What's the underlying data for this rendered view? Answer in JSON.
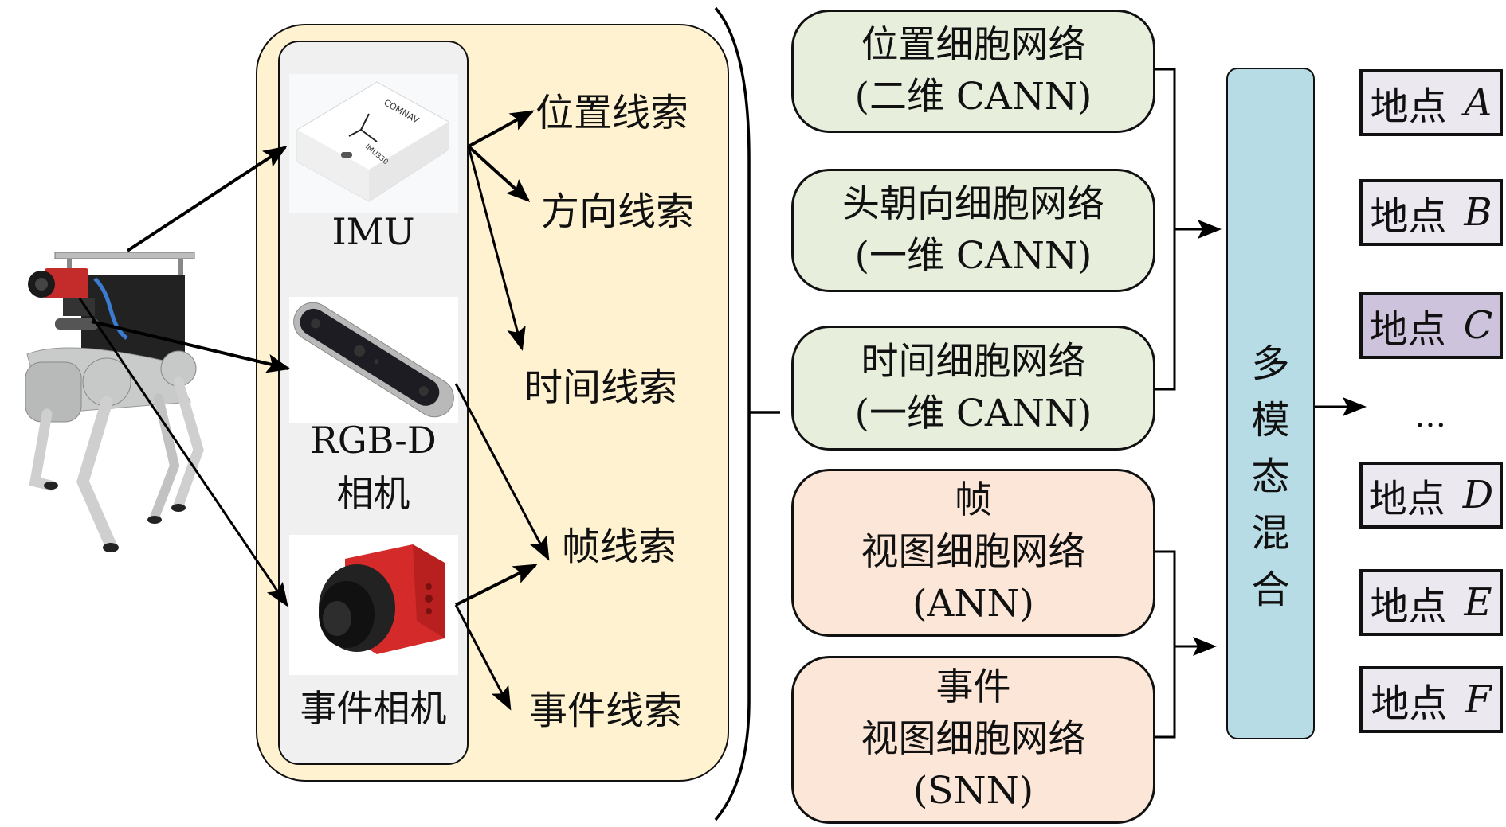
{
  "robot": {
    "name": "quadruped-robot"
  },
  "sensors": [
    {
      "id": "imu",
      "label": "IMU",
      "brand_text": "COMNAV",
      "model_text": "IMU330"
    },
    {
      "id": "rgbd",
      "label_line1": "RGB-D",
      "label_line2": "相机"
    },
    {
      "id": "event",
      "label": "事件相机"
    }
  ],
  "cues": [
    {
      "id": "position",
      "label": "位置线索"
    },
    {
      "id": "direction",
      "label": "方向线索"
    },
    {
      "id": "time",
      "label": "时间线索"
    },
    {
      "id": "frame",
      "label": "帧线索"
    },
    {
      "id": "event",
      "label": "事件线索"
    }
  ],
  "networks": [
    {
      "id": "place",
      "lines": [
        "位置细胞网络",
        "(二维 CANN)"
      ],
      "color": "#e8eedc"
    },
    {
      "id": "head",
      "lines": [
        "头朝向细胞网络",
        "(一维 CANN)"
      ],
      "color": "#e8eedc"
    },
    {
      "id": "time",
      "lines": [
        "时间细胞网络",
        "(一维 CANN)"
      ],
      "color": "#e8eedc"
    },
    {
      "id": "frame-view",
      "lines": [
        "帧",
        "视图细胞网络",
        "(ANN)"
      ],
      "color": "#fbe6d8"
    },
    {
      "id": "event-view",
      "lines": [
        "事件",
        "视图细胞网络",
        "(SNN)"
      ],
      "color": "#fbe6d8"
    }
  ],
  "fusion": {
    "chars": [
      "多",
      "模",
      "态",
      "混",
      "合"
    ],
    "color": "#b7dce6"
  },
  "locations": [
    {
      "prefix": "地点",
      "var": "A",
      "highlighted": false
    },
    {
      "prefix": "地点",
      "var": "B",
      "highlighted": false
    },
    {
      "prefix": "地点",
      "var": "C",
      "highlighted": true
    },
    {
      "prefix": "地点",
      "var": "D",
      "highlighted": false
    },
    {
      "prefix": "地点",
      "var": "E",
      "highlighted": false
    },
    {
      "prefix": "地点",
      "var": "F",
      "highlighted": false
    }
  ],
  "ellipsis": "…",
  "colors": {
    "sensor_panel": "#fff2d0",
    "sensor_inner": "#f0f0f0",
    "location": "#ebe8f0",
    "location_highlight": "#cdc3dc"
  }
}
